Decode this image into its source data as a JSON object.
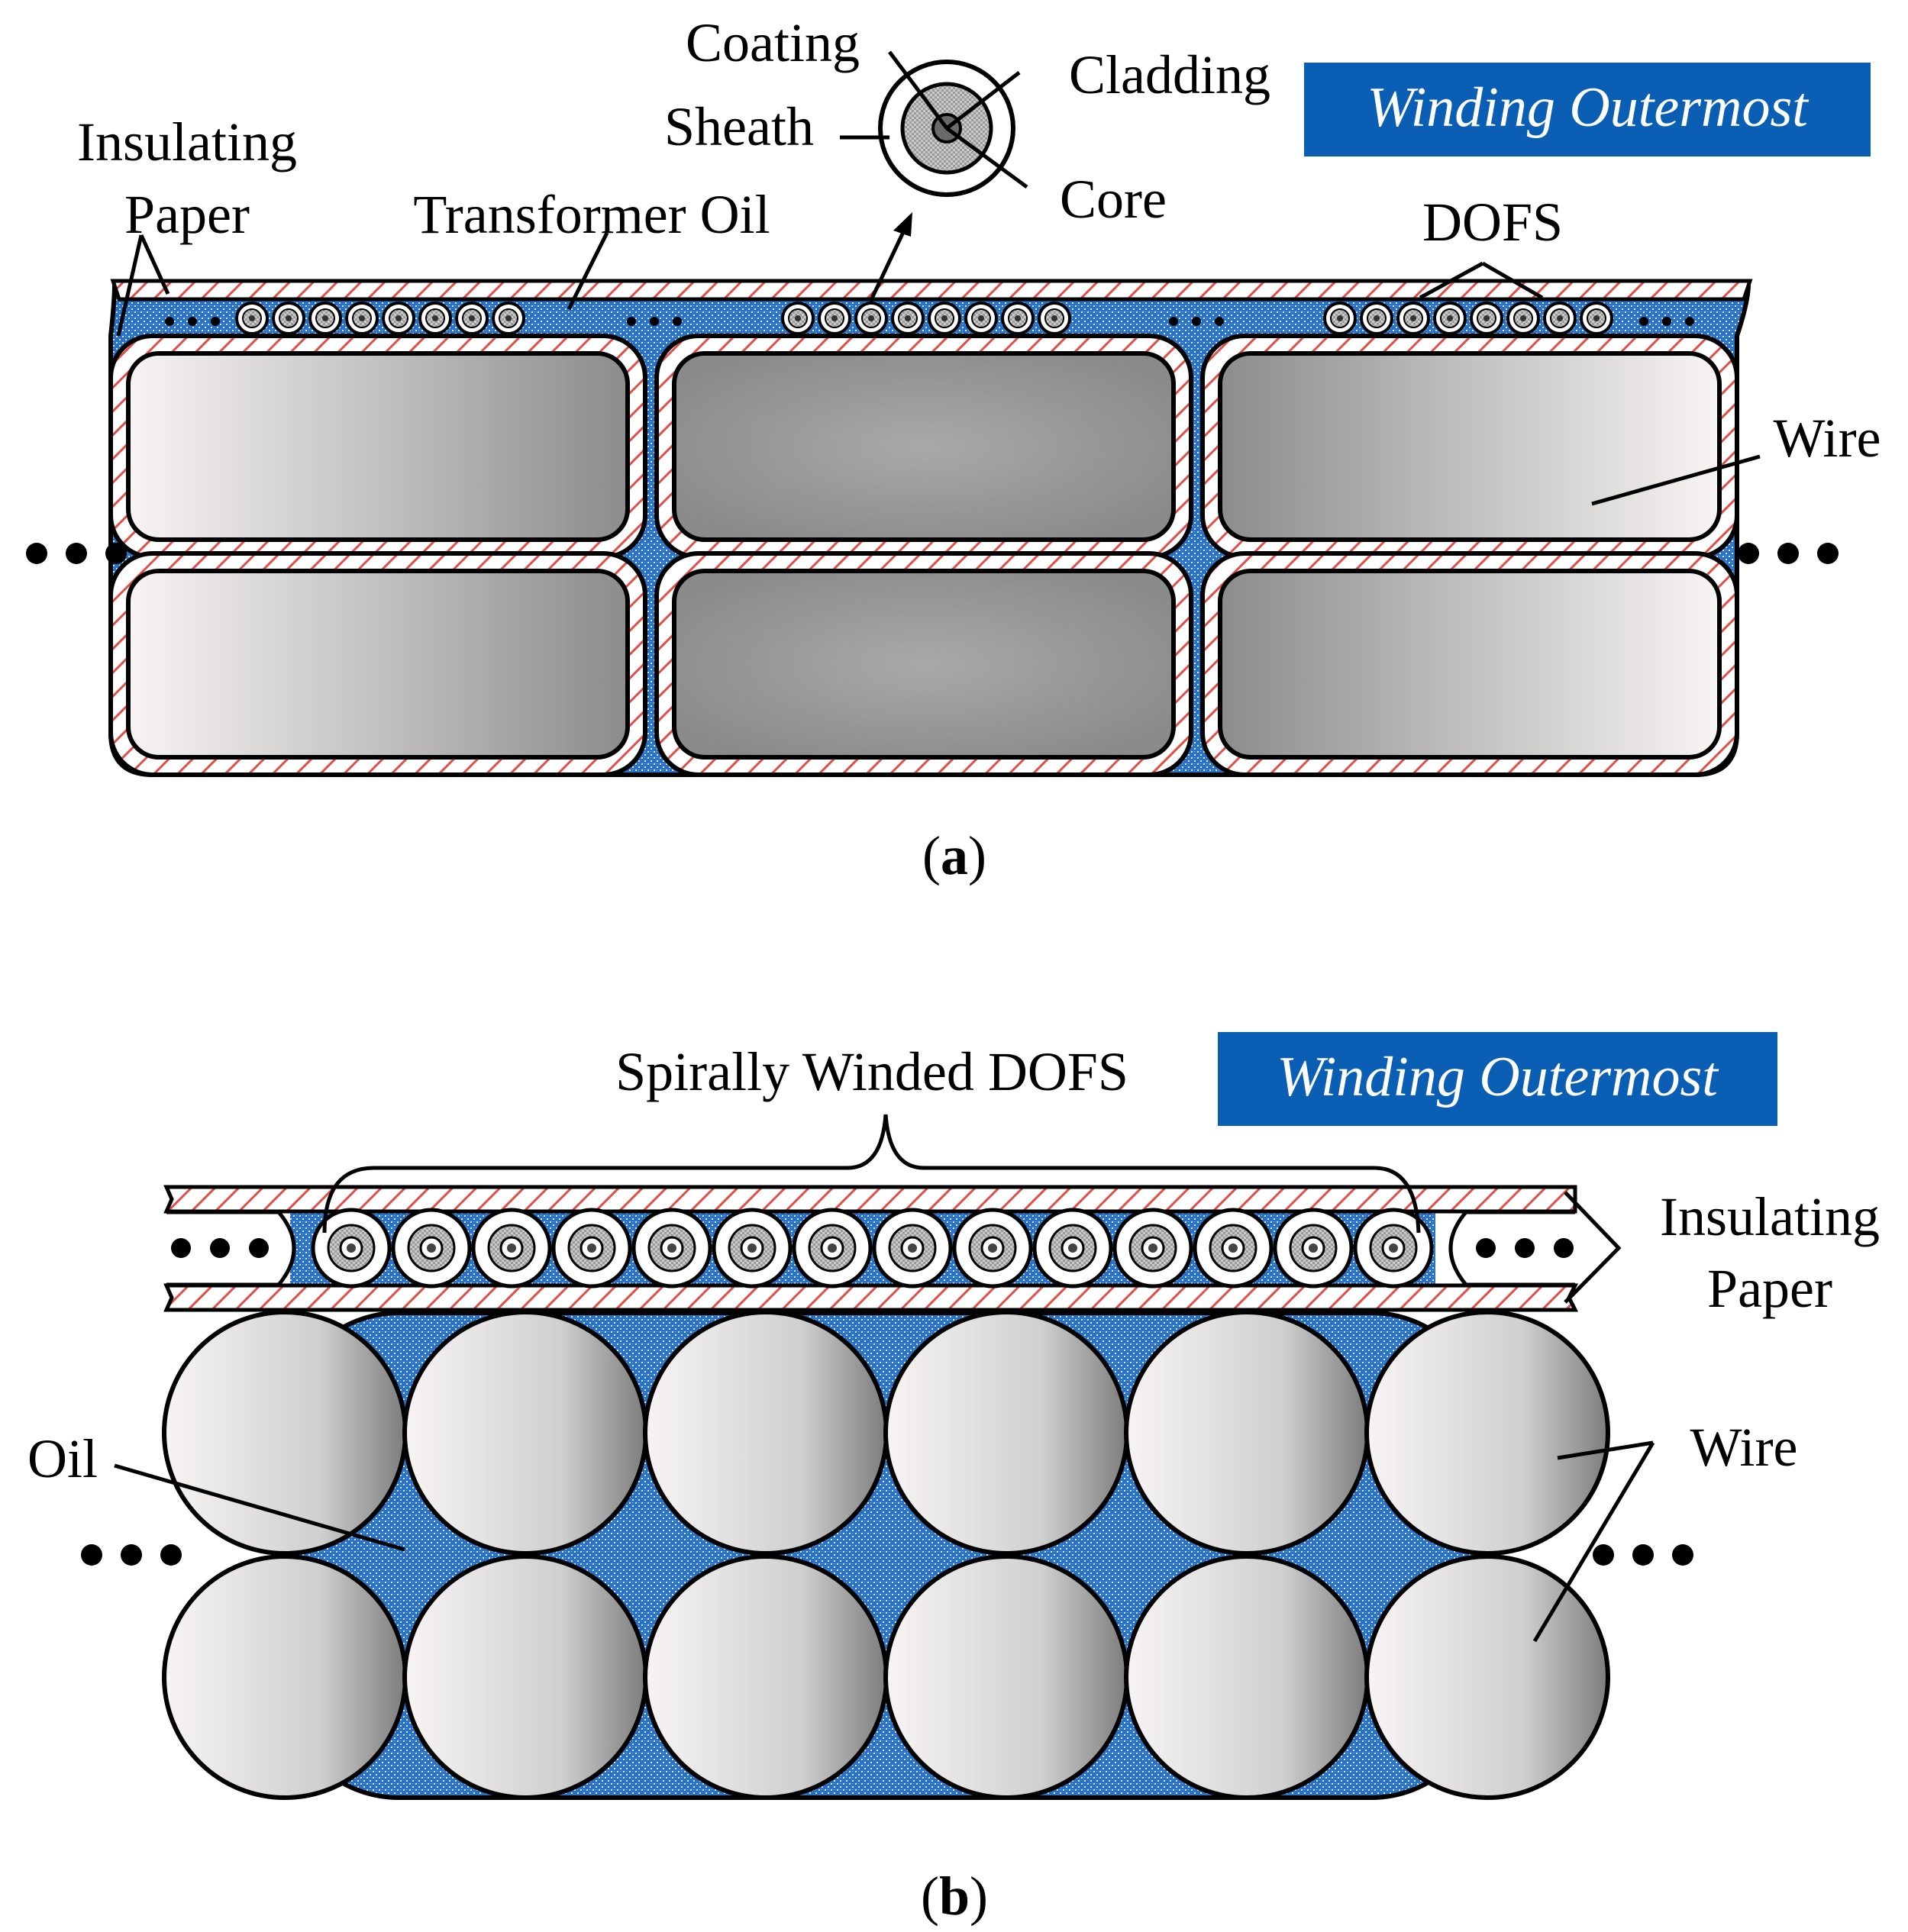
{
  "panel_a": {
    "banner": "Winding Outermost",
    "labels": {
      "insulating_paper_line1": "Insulating",
      "insulating_paper_line2": "Paper",
      "transformer_oil": "Transformer Oil",
      "coating": "Coating",
      "cladding": "Cladding",
      "sheath": "Sheath",
      "core": "Core",
      "dofs": "DOFS",
      "wire": "Wire"
    },
    "caption_open": "(",
    "caption_letter": "a",
    "caption_close": ")"
  },
  "panel_b": {
    "banner": "Winding Outermost",
    "labels": {
      "spirally_winded_dofs": "Spirally Winded DOFS",
      "insulating_paper_line1": "Insulating",
      "insulating_paper_line2": "Paper",
      "oil": "Oil",
      "wire": "Wire"
    },
    "caption_open": "(",
    "caption_letter": "b",
    "caption_close": ")"
  },
  "colors": {
    "banner_blue": "#0a5fb4",
    "oil_blue": "#2a72c6",
    "paper_hatch_red": "#e0504a",
    "wire_light": "#f8f4f4",
    "wire_dark": "#8c8c8c"
  }
}
